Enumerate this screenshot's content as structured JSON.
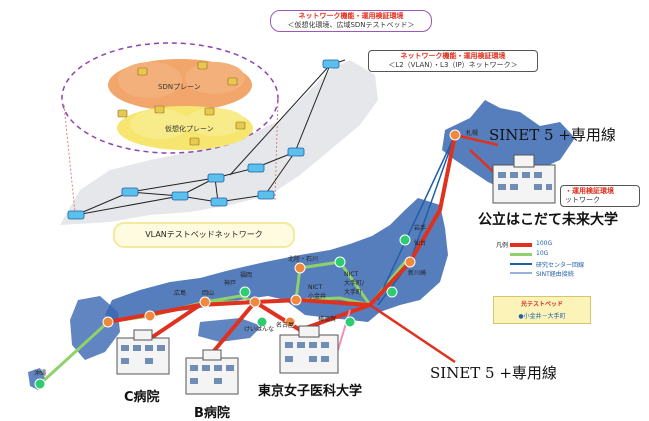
{
  "callouts": {
    "top": {
      "title": "ネットワーク機能・運用検証環境",
      "subtitle": "＜仮想化環境、広域SDNテストベッド＞"
    },
    "mid": {
      "title": "ネットワーク機能・運用検証環境",
      "subtitle": "＜L2（VLAN）・L3（IP）ネットワーク＞"
    },
    "partial": {
      "title": "・運用検証環境",
      "subtitle": "ットワーク"
    }
  },
  "clouds": {
    "sdn": "SDNプレーン",
    "virt": "仮想化プレーン"
  },
  "vlan_label": "VLANテストベッドネットワーク",
  "sites": {
    "sapporo": "札幌",
    "sendai": "仙台",
    "iwate": "岩手",
    "shinkawasaki": "新川崎",
    "hokuriku": "北陸・石川",
    "nict_koganei": "NICT\n小金井",
    "nict_otemachi": "NICT\n大手町/\n大手町",
    "hiroshima": "広島",
    "okayama": "岡山",
    "kobe": "神戸",
    "kyoto": "福岡",
    "keihanna": "けいはんな",
    "yokohama": "横須賀",
    "okinawa": "沖縄",
    "nagoya": "名古屋"
  },
  "annotations": {
    "sinet_top": "SINET 5 +専用線",
    "sinet_bottom": "SINET 5 +専用線",
    "future_univ": "公立はこだて未来大学",
    "hospital_c": "C病院",
    "hospital_b": "B病院",
    "twmu": "東京女子医科大学"
  },
  "legend": {
    "heading": "凡例",
    "items": [
      {
        "label": "100G",
        "color": "#e0301e"
      },
      {
        "label": "10G",
        "color": "#8fd16a"
      },
      {
        "label": "研究センター回線",
        "color": "#1e5fa8"
      },
      {
        "label": "SINT経由接続",
        "color": "#9ab0d8"
      }
    ]
  },
  "optical": {
    "heading": "光テストベッド",
    "item": "●小金井－大手町"
  }
}
